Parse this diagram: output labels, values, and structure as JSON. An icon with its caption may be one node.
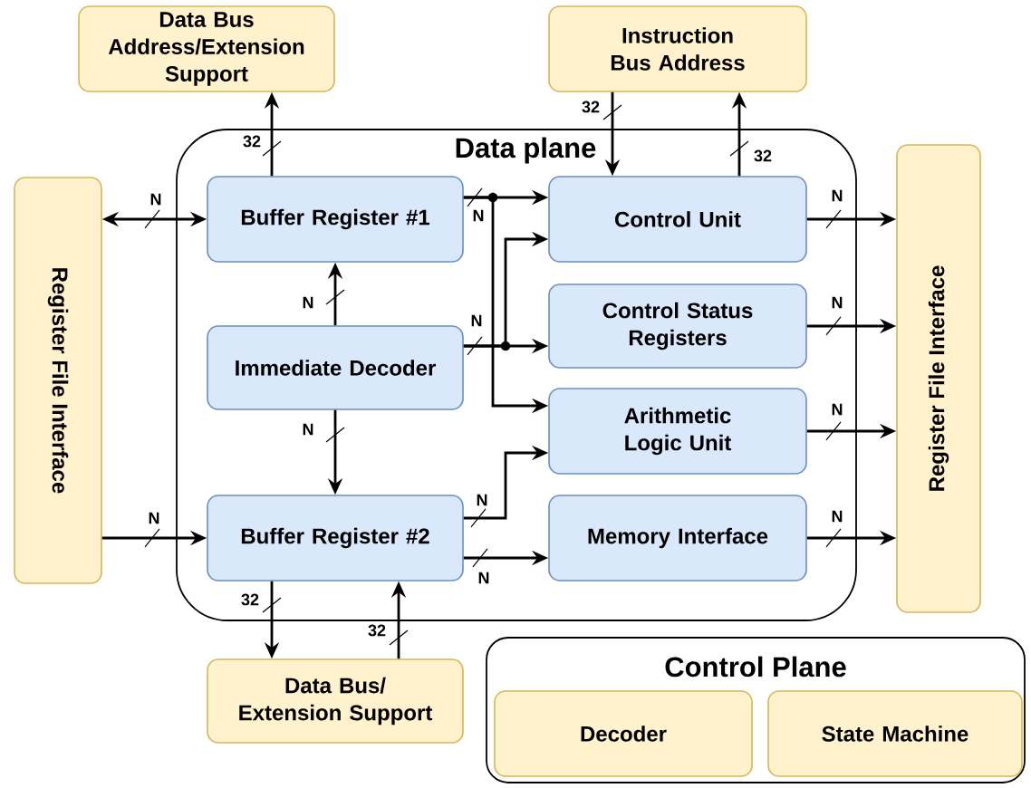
{
  "diagram": {
    "nodes": [
      {
        "text": [
          "Data Bus Address/Extension Support"
        ]
      },
      {
        "text": [
          "Instruction Bus Address"
        ]
      },
      {
        "text": [
          "Data plane"
        ]
      },
      {
        "text": [
          "Register File Interface"
        ]
      },
      {
        "text": [
          "Buffer Register #1"
        ],
        "in": 2
      },
      {
        "text": [
          "Immediate Decoder"
        ],
        "in": 2
      },
      {
        "text": [
          "Buffer Register #2"
        ],
        "in": 2
      },
      {
        "text": [
          "Control Unit"
        ],
        "in": 2
      },
      {
        "text": [
          "Control Status Registers"
        ],
        "in": 2
      },
      {
        "text": [
          "Arithmetic Logic Unit"
        ],
        "in": 2
      },
      {
        "text": [
          "Memory Interface"
        ],
        "in": 2
      },
      {
        "text": [
          "Register File Interface"
        ]
      },
      {
        "text": [
          "Data Bus/ Extension Support"
        ]
      },
      {
        "text": [
          "Control Plane"
        ]
      },
      {
        "text": [
          "Decoder"
        ],
        "in": 13
      },
      {
        "text": [
          "State Machine"
        ],
        "in": 13
      }
    ],
    "edges": [
      {
        "from": 4,
        "to": 0,
        "arrow": "to",
        "label": "32"
      },
      {
        "from": 1,
        "to": 7,
        "arrow": "to",
        "label": "32"
      },
      {
        "from": 7,
        "to": 1,
        "arrow": "to",
        "label": "32"
      },
      {
        "from": 3,
        "to": 4,
        "arrow": "both",
        "label": "N"
      },
      {
        "from": 3,
        "to": 6,
        "arrow": "to",
        "label": "N"
      },
      {
        "from": 5,
        "to": 4,
        "arrow": "to",
        "label": "N"
      },
      {
        "from": 5,
        "to": 6,
        "arrow": "to",
        "label": "N"
      },
      {
        "from": 4,
        "to": 7,
        "arrow": "to",
        "label": "N"
      },
      {
        "from": 4,
        "to": 9,
        "arrow": "to"
      },
      {
        "from": 5,
        "to": 8,
        "arrow": "to",
        "label": "N"
      },
      {
        "from": 5,
        "to": 7,
        "arrow": "to"
      },
      {
        "from": 6,
        "to": 9,
        "arrow": "to",
        "label": "N"
      },
      {
        "from": 6,
        "to": 10,
        "arrow": "to",
        "label": "N"
      },
      {
        "from": 7,
        "to": 11,
        "arrow": "to",
        "label": "N"
      },
      {
        "from": 8,
        "to": 11,
        "arrow": "to",
        "label": "N"
      },
      {
        "from": 9,
        "to": 11,
        "arrow": "to",
        "label": "N"
      },
      {
        "from": 10,
        "to": 11,
        "arrow": "to",
        "label": "N"
      },
      {
        "from": 6,
        "to": 12,
        "arrow": "to",
        "label": "32"
      },
      {
        "from": 12,
        "to": 6,
        "arrow": "to",
        "label": "32"
      }
    ]
  }
}
